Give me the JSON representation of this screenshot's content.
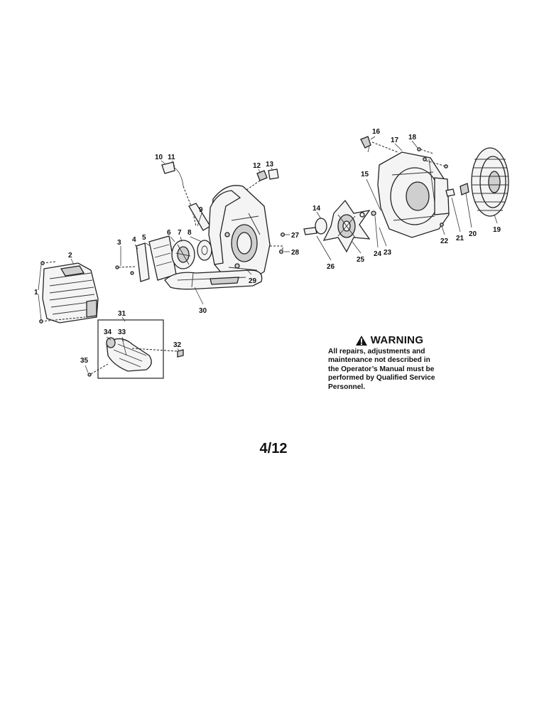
{
  "diagram": {
    "callouts": [
      "1",
      "2",
      "3",
      "4",
      "5",
      "6",
      "7",
      "8",
      "9",
      "10",
      "11",
      "12",
      "13",
      "14",
      "15",
      "16",
      "17",
      "18",
      "19",
      "20",
      "21",
      "22",
      "23",
      "24",
      "25",
      "26",
      "27",
      "28",
      "29",
      "30",
      "31",
      "32",
      "33",
      "34",
      "35"
    ]
  },
  "warning": {
    "icon": "warning-triangle-icon",
    "title": "WARNING",
    "lines": [
      "All repairs, adjustments and",
      "maintenance not described in",
      "the Operator’s Manual must be",
      "performed by Qualified Service",
      "Personnel."
    ]
  },
  "page_number": "4/12"
}
